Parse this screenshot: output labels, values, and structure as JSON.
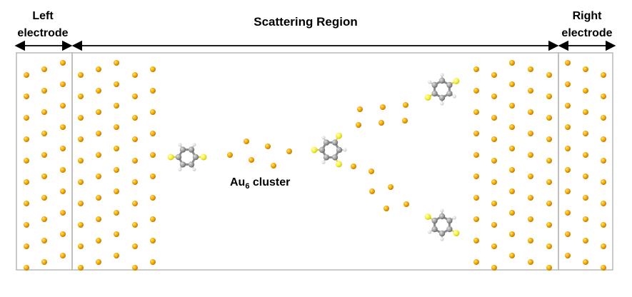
{
  "labels": {
    "left_electrode_line1": "Left",
    "left_electrode_line2": "electrode",
    "scattering_region": "Scattering Region",
    "right_electrode_line1": "Right",
    "right_electrode_line2": "electrode",
    "cluster_main": "Au",
    "cluster_subscript": "6",
    "cluster_suffix": " cluster"
  },
  "colors": {
    "gold_atom": "#f2a900",
    "sulfur_atom": "#f5ef3a",
    "carbon_atom": "#9a9a9a",
    "hydrogen_atom": "#e8e8e8",
    "frame": "#b8b8b8",
    "arrow": "#000000"
  }
}
